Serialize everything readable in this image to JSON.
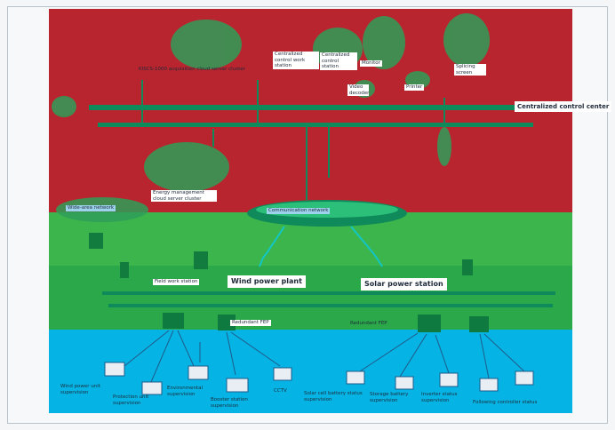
{
  "zones": {
    "top_color": "#b9252f",
    "mid_color": "#3cb54c",
    "bottom_color": "#05b4e4"
  },
  "labels": {
    "centralized_control_center": "Centralized control center",
    "cloud_cluster": "KISCS-1000 acquisition cloud server cluster",
    "centralized_control_work_station": "Centralized control work station",
    "centralized_control_station": "Centralized control station",
    "monitor": "Monitor",
    "video_decoder": "Video decoder",
    "printer": "Printer",
    "splicing_screen": "Splicing screen",
    "energy_management": "Energy management cloud server cluster",
    "wide_area_network": "Wide-area network",
    "communication_network": "Communication network",
    "field_work_station": "Field work station",
    "wind_power_plant": "Wind power plant",
    "solar_power_station": "Solar power station",
    "redundant_fep_left": "Redundant FEP",
    "redundant_fep_right": "Redundant FEP",
    "wind_power_unit_supervision": "Wind power unit supervision",
    "protection_unit_supervision": "Protection unit supervision",
    "environmental_supervision": "Environmental supervision",
    "booster_station_supervision": "Booster station supervision",
    "cctv": "CCTV",
    "solar_cell_battery": "Solar cell battery status supervision",
    "storage_battery": "Storage battery supervision",
    "inverter_status": "Inverter status supervision",
    "following_controller": "Following controller status"
  }
}
